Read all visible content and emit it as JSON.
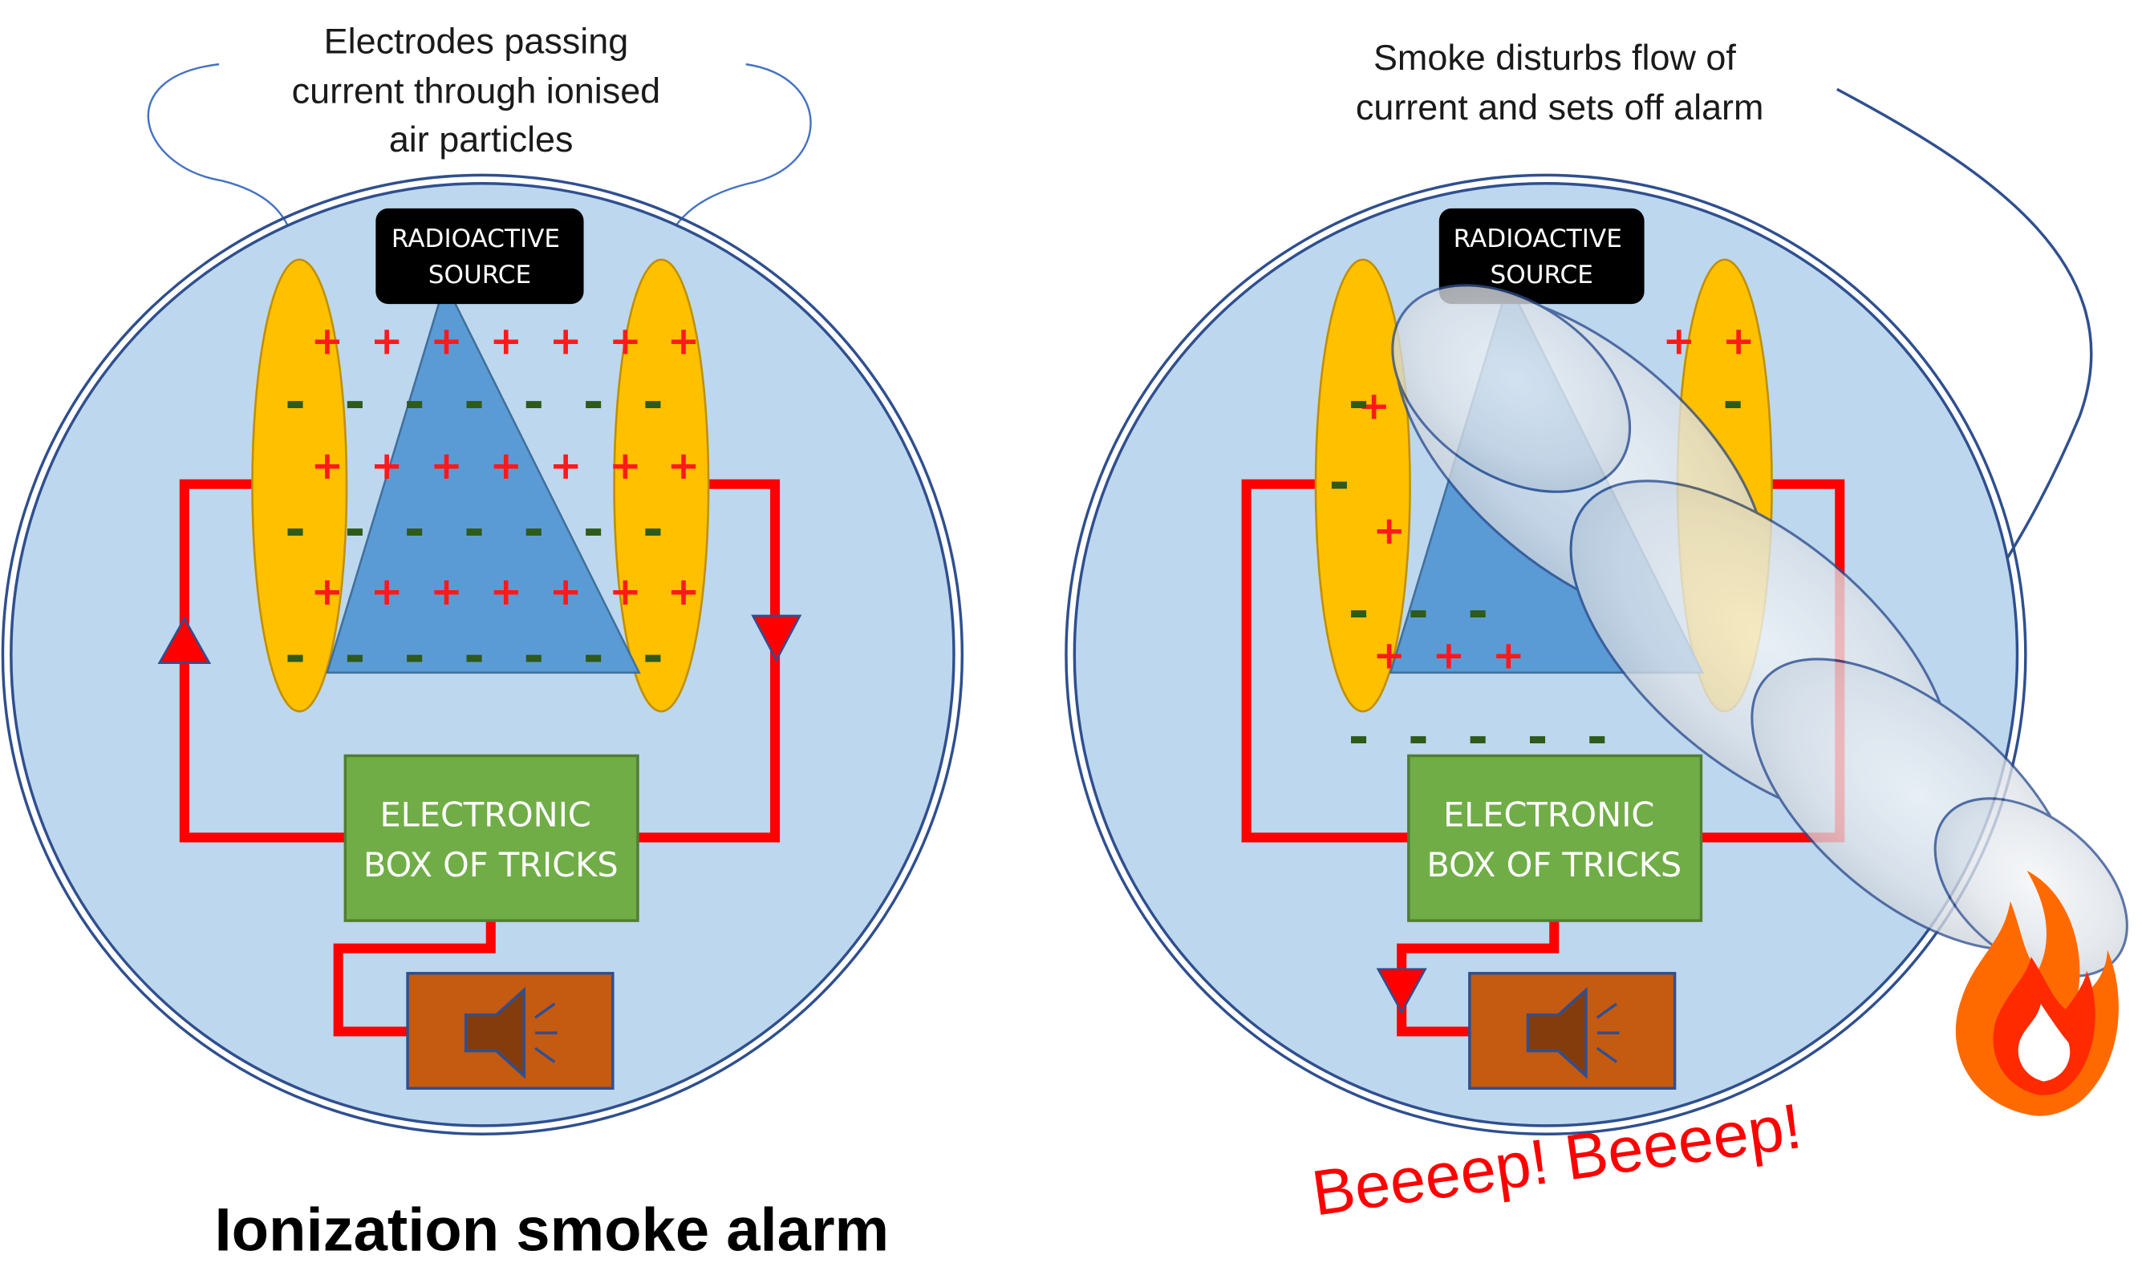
{
  "title": "Ionization smoke alarm",
  "left_panel": {
    "annotation": [
      "Electrodes passing",
      "current through ionised",
      "air particles"
    ],
    "source_label": [
      "RADIOACTIVE",
      "SOURCE"
    ],
    "box_label": [
      "ELECTRONIC",
      "BOX OF TRICKS"
    ]
  },
  "right_panel": {
    "annotation": [
      "Smoke disturbs flow of",
      "current and sets off alarm"
    ],
    "source_label": [
      "RADIOACTIVE",
      "SOURCE"
    ],
    "box_label": [
      "ELECTRONIC",
      "BOX OF TRICKS"
    ],
    "alarm_text": "Beeeep! Beeeep!"
  },
  "charges": {
    "plus": "+",
    "minus": "-"
  },
  "icons": [
    "speaker-icon",
    "flame-icon",
    "smoke-cloud"
  ],
  "colors": {
    "housing": "#bdd7ee",
    "housing_border": "#2f4f8f",
    "electrode": "#ffc000",
    "ion_cone": "#5b9bd5",
    "circuit": "#ff0000",
    "box": "#70ad47",
    "speaker_box": "#c55a11",
    "alarm_text": "#ff0000"
  }
}
